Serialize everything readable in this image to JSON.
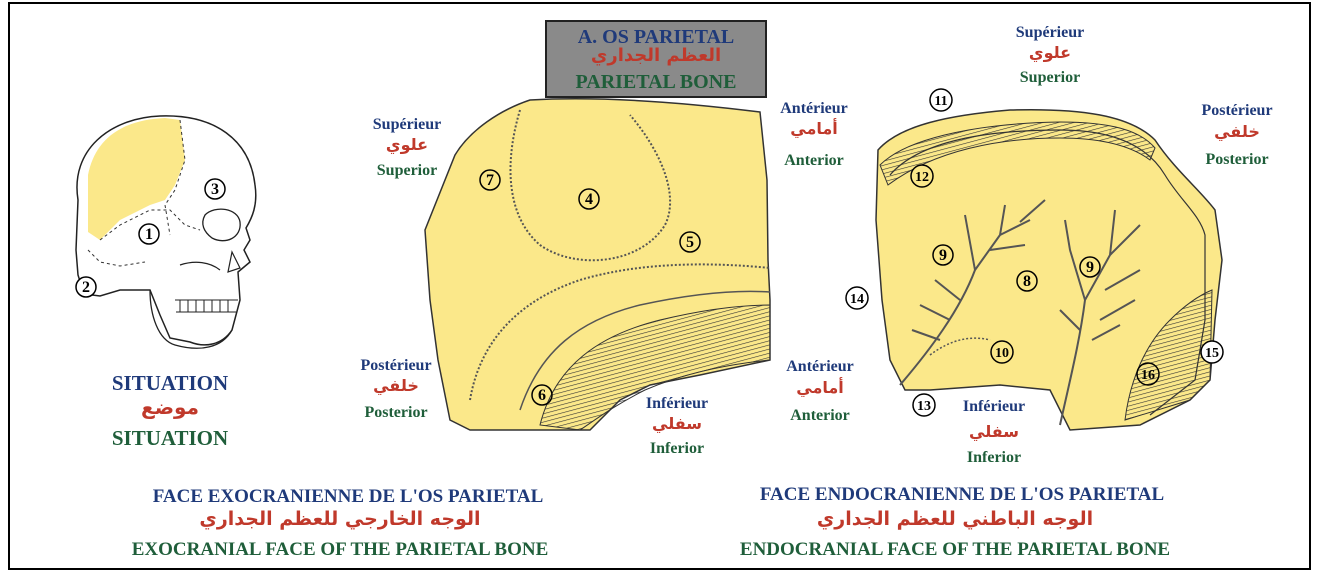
{
  "title": {
    "fr": "A. OS PARIETAL",
    "ar": "العظم الجداري",
    "en": "PARIETAL BONE"
  },
  "situation": {
    "fr": "SITUATION",
    "ar": "موضع",
    "en": "SITUATION"
  },
  "exo": {
    "caption_fr": "FACE EXOCRANIENNE DE L'OS PARIETAL",
    "caption_ar": "الوجه الخارجي للعظم الجداري",
    "caption_en": "EXOCRANIAL FACE OF THE PARIETAL BONE",
    "superior": {
      "fr": "Supérieur",
      "ar": "علوي",
      "en": "Superior"
    },
    "posterior": {
      "fr": "Postérieur",
      "ar": "خلفي",
      "en": "Posterior"
    },
    "anterior": {
      "fr": "Antérieur",
      "ar": "أمامي",
      "en": "Anterior"
    },
    "inferior": {
      "fr": "Inférieur",
      "ar": "سفلي",
      "en": "Inferior"
    }
  },
  "endo": {
    "caption_fr": "FACE ENDOCRANIENNE DE L'OS PARIETAL",
    "caption_ar": "الوجه الباطني للعظم الجداري",
    "caption_en": "ENDOCRANIAL FACE OF THE PARIETAL BONE",
    "superior": {
      "fr": "Supérieur",
      "ar": "علوي",
      "en": "Superior"
    },
    "posterior": {
      "fr": "Postérieur",
      "ar": "خلفي",
      "en": "Posterior"
    },
    "anterior": {
      "fr": "Antérieur",
      "ar": "أمامي",
      "en": "Anterior"
    },
    "inferior": {
      "fr": "Inférieur",
      "ar": "سفلي",
      "en": "Inferior"
    }
  },
  "markers": [
    "1",
    "2",
    "3",
    "4",
    "5",
    "6",
    "7",
    "8",
    "9",
    "9",
    "10",
    "11",
    "12",
    "13",
    "14",
    "15",
    "16"
  ],
  "colors": {
    "bone": "#fbe88a",
    "blue_text": "#1f3a7a",
    "red_text": "#c0392b",
    "green_text": "#1f5e3a",
    "title_bg": "#8a8a8a"
  }
}
